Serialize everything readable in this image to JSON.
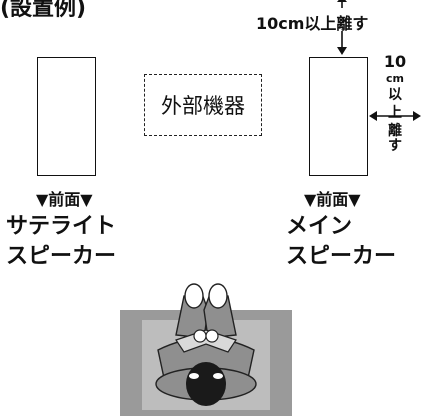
{
  "heading": "(設置例)",
  "external_device": "外部機器",
  "satellite": {
    "front": "▼前面▼",
    "line1": "サテライト",
    "line2": "スピーカー"
  },
  "main": {
    "front": "▼前面▼",
    "line1": "メイン",
    "line2": "スピーカー"
  },
  "distance_top": "10cm以上離す",
  "distance_side": {
    "num": "10",
    "unit": "cm",
    "c1": "以",
    "c2": "上",
    "c3": "離",
    "c4": "す"
  },
  "colors": {
    "sofa_outer": "#9a9a9a",
    "sofa_inner": "#bdbdbd",
    "clothing": "#8f8f8f",
    "hair": "#1a1a1a"
  }
}
